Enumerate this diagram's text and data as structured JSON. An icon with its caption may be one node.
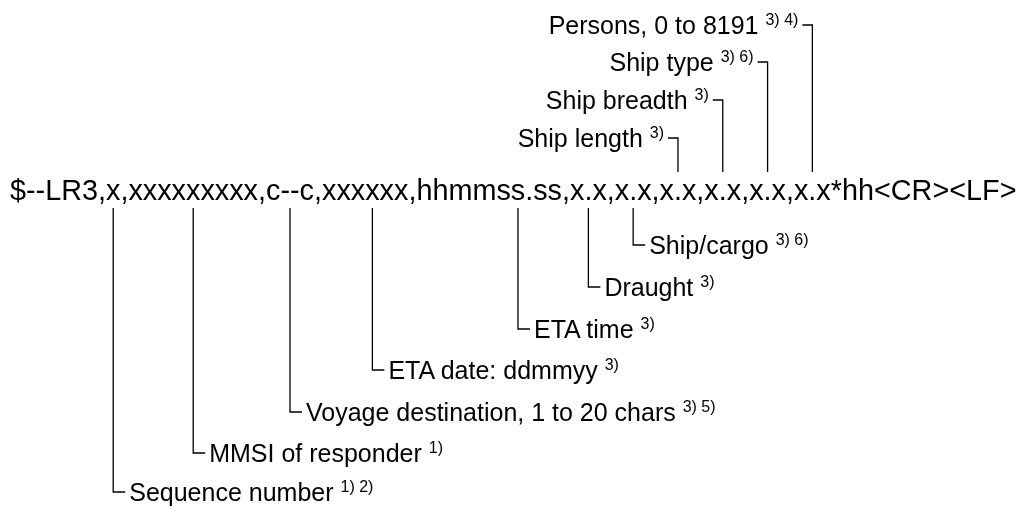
{
  "diagram": {
    "nodes": [
      {
        "text": [
          "Persons, 0 to 8191 $^{3) 4)}$"
        ]
      },
      {
        "text": [
          "Ship type $^{3) 6)}$"
        ]
      },
      {
        "text": [
          "Ship breadth $^{3)}$"
        ]
      },
      {
        "text": [
          "Ship length $^{3)}$"
        ]
      },
      {
        "text": [
          "Ship/cargo $^{3) 6)}$"
        ]
      },
      {
        "text": [
          "Draught $^{3)}$"
        ]
      },
      {
        "text": [
          "ETA time $^{3)}$"
        ]
      },
      {
        "text": [
          "ETA date: ddmmyy $^{3)}$"
        ]
      },
      {
        "text": [
          "Voyage destination, 1 to 20 chars $^{3) 5)}$"
        ]
      },
      {
        "text": [
          "MMSI of responder $^{1)}$"
        ]
      },
      {
        "text": [
          "Sequence number $^{1) 2)}$"
        ]
      },
      {
        "text": [
          "$--LR3,x,xxxxxxxxx,c--c,xxxxxx,hhmmss.ss,x.x,x.x,x.x,x.x,x.x,x.x*hh<CR><LF>"
        ]
      }
    ],
    "edges": [
      {
        "from": 0,
        "to": 11,
        "arrow": "none"
      },
      {
        "from": 1,
        "to": 11,
        "arrow": "none"
      },
      {
        "from": 2,
        "to": 11,
        "arrow": "none"
      },
      {
        "from": 3,
        "to": 11,
        "arrow": "none"
      },
      {
        "from": 4,
        "to": 11,
        "arrow": "none"
      },
      {
        "from": 5,
        "to": 11,
        "arrow": "none"
      },
      {
        "from": 6,
        "to": 11,
        "arrow": "none"
      },
      {
        "from": 7,
        "to": 11,
        "arrow": "none"
      },
      {
        "from": 8,
        "to": 11,
        "arrow": "none"
      },
      {
        "from": 9,
        "to": 11,
        "arrow": "none"
      },
      {
        "from": 10,
        "to": 11,
        "arrow": "none"
      }
    ]
  }
}
